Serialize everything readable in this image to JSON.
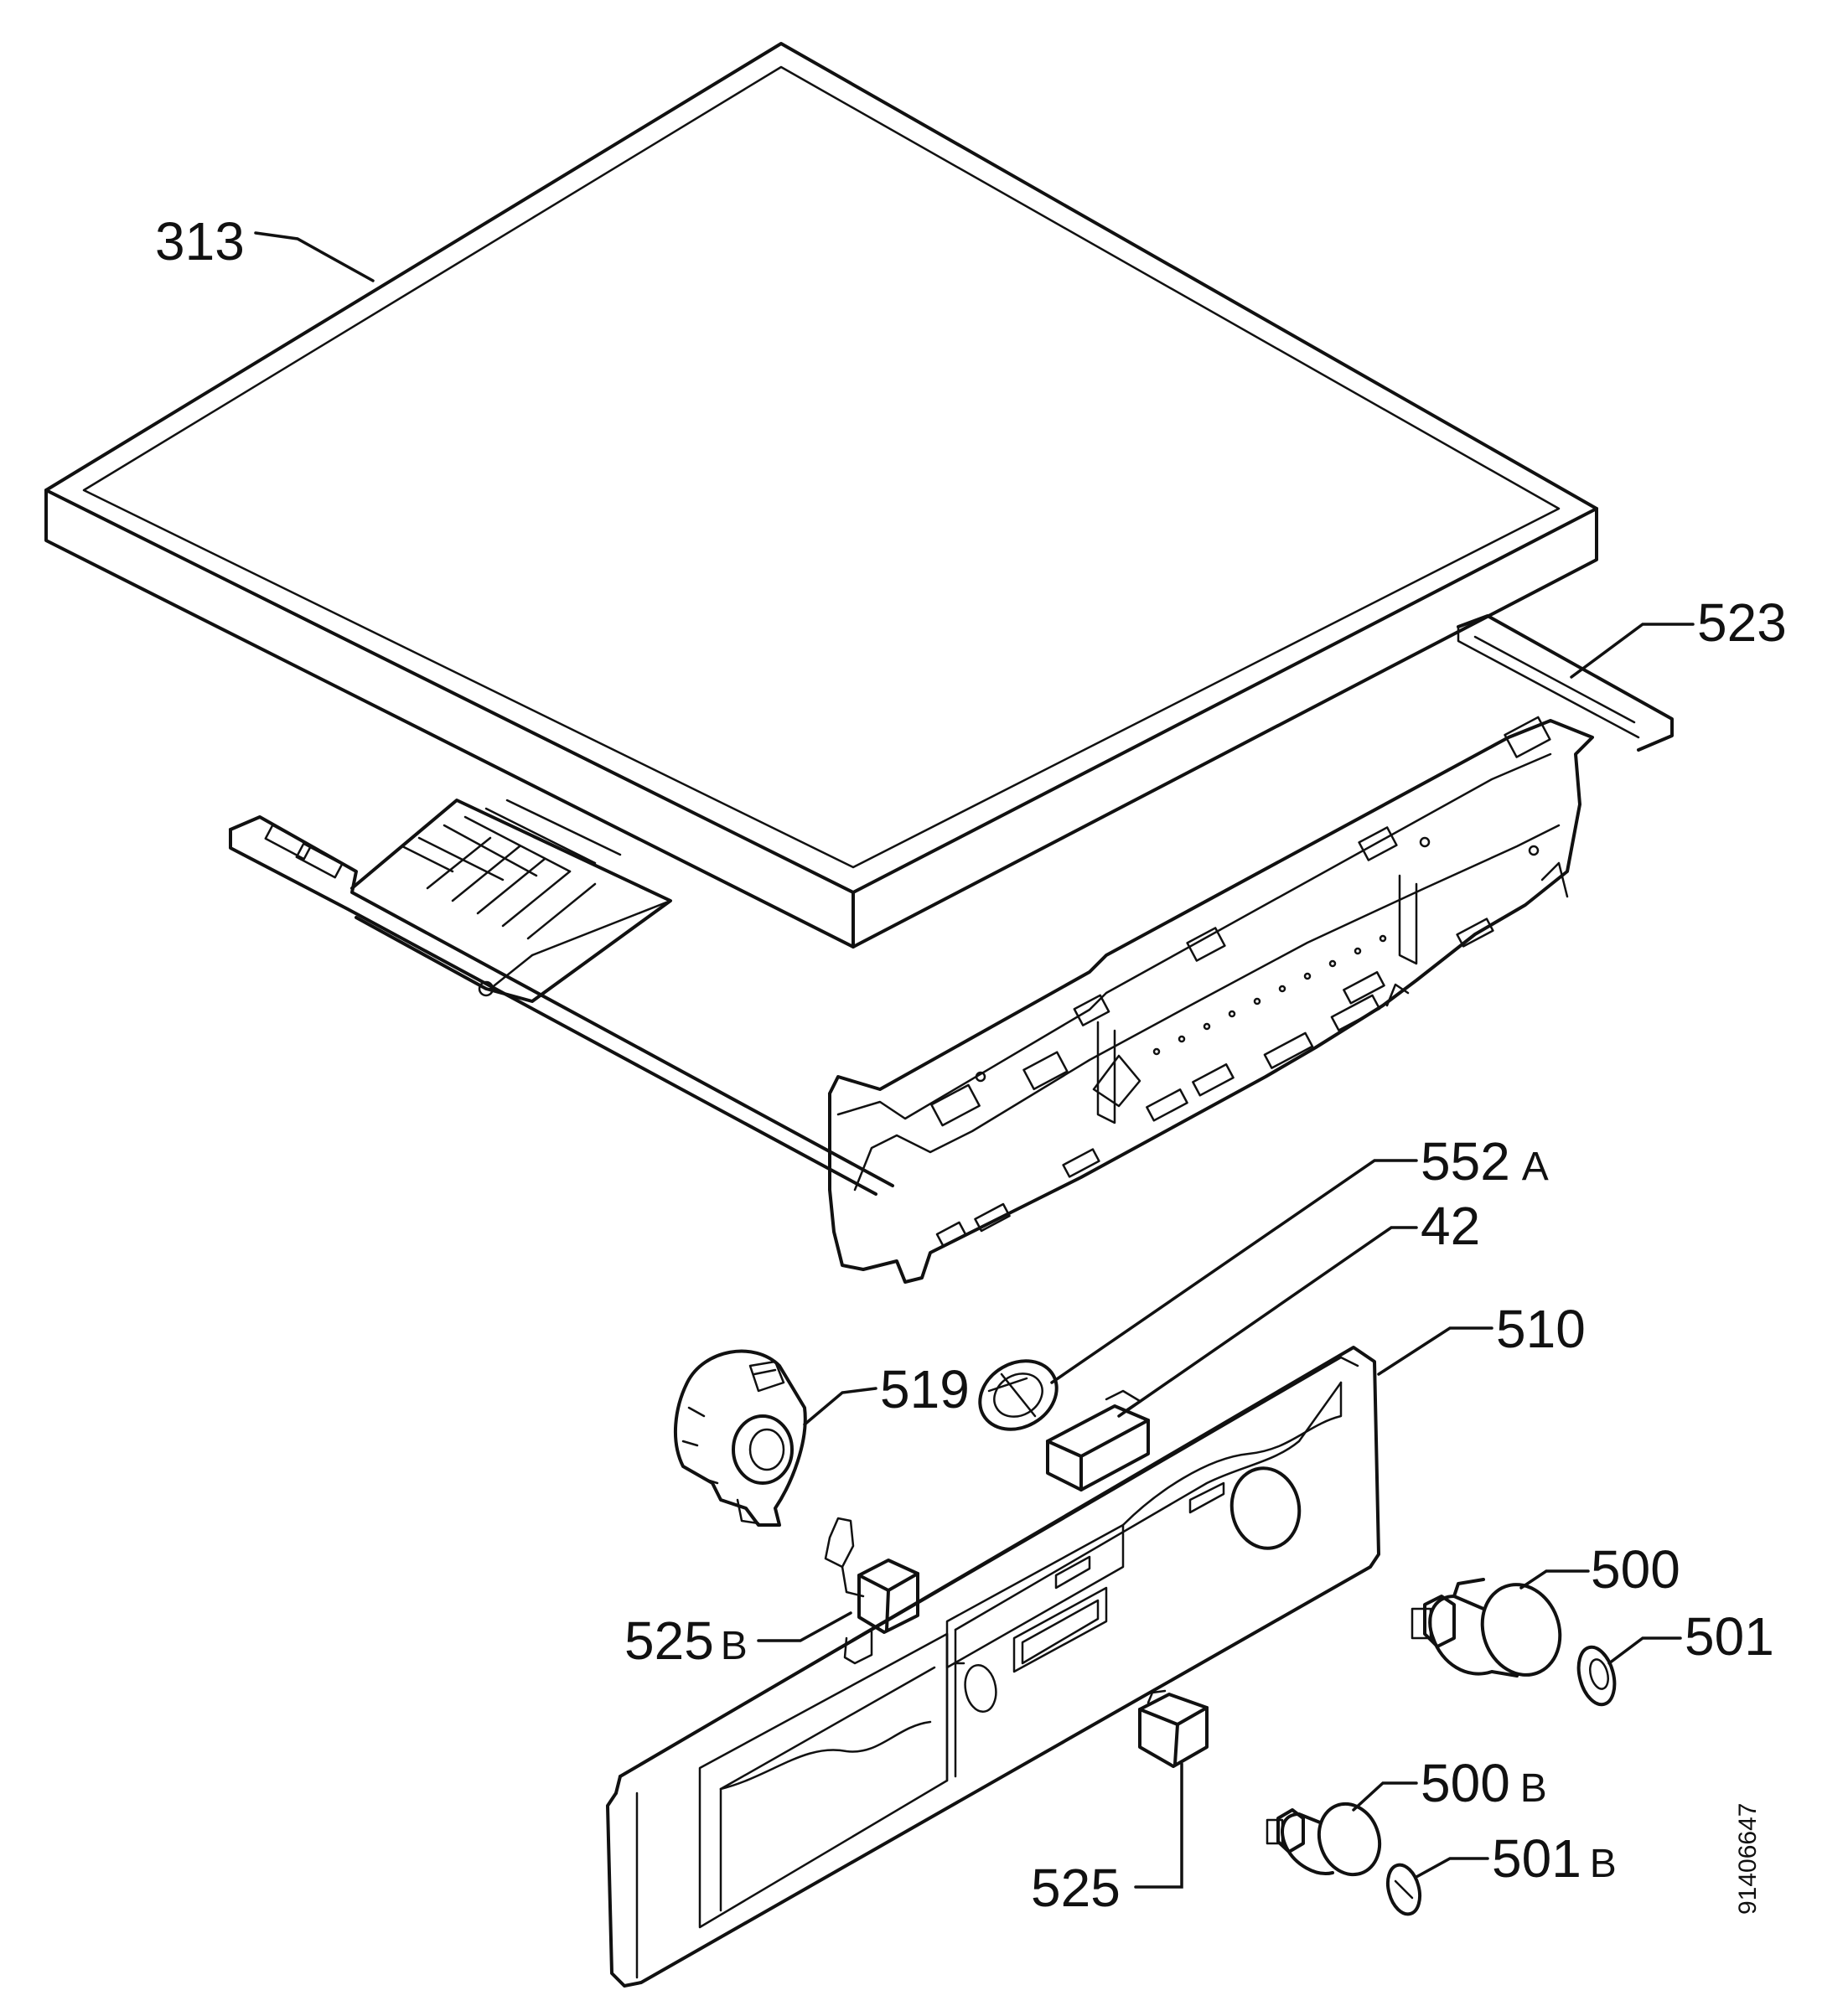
{
  "labels": {
    "p313": "313",
    "p523": "523",
    "p552a_num": "552",
    "p552a_suf": "A",
    "p42": "42",
    "p510": "510",
    "p519": "519",
    "p525b_num": "525",
    "p525b_suf": "B",
    "p500": "500",
    "p501": "501",
    "p500b_num": "500",
    "p500b_suf": "B",
    "p501b_num": "501",
    "p501b_suf": "B",
    "p525": "525"
  },
  "document_id": "91406647"
}
